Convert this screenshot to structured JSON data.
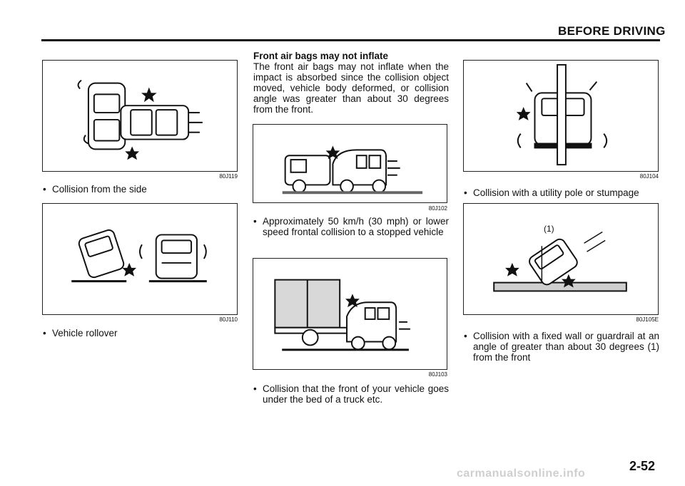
{
  "header": {
    "title": "BEFORE DRIVING"
  },
  "section": {
    "title": "Front air bags may not inflate",
    "body": "The front air bags may not inflate when the impact is absorbed since the collision object moved, vehicle body deformed, or collision angle was greater than about 30 degrees from the front."
  },
  "figures": [
    {
      "code": "80J119",
      "caption": "Collision from the side"
    },
    {
      "code": "80J110",
      "caption": "Vehicle rollover"
    },
    {
      "code": "80J102",
      "caption": "Approximately 50 km/h (30 mph) or lower speed frontal collision to a stopped vehicle"
    },
    {
      "code": "80J103",
      "caption": "Collision that the front of your vehicle goes under the bed of a truck etc."
    },
    {
      "code": "80J104",
      "caption": "Collision with a utility pole or stumpage"
    },
    {
      "code": "80J105E",
      "caption": "Collision with a fixed wall or guardrail at an angle of greater than about 30 degrees (1) from the front",
      "label": "(1)"
    }
  ],
  "bullet_symbol": "•",
  "page_number": "2-52",
  "watermark": "carmanualsonline.info"
}
